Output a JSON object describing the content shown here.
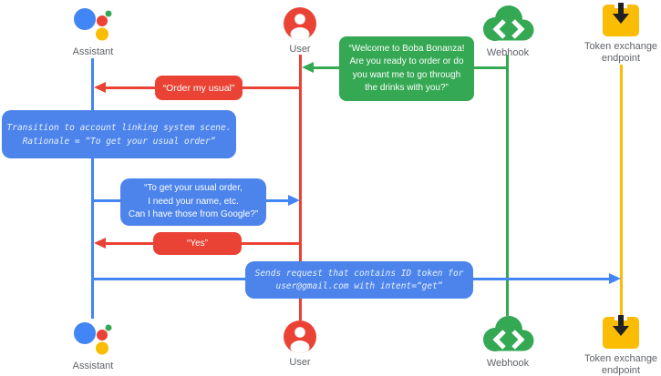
{
  "actors": {
    "assistant": "Assistant",
    "user": "User",
    "webhook": "Webhook",
    "token_line1": "Token exchange",
    "token_line2": "endpoint"
  },
  "messages": {
    "welcome": {
      "from": "webhook",
      "to": "user",
      "lines": [
        "“Welcome to Boba Bonanza!",
        "Are you ready to order or do",
        "you want me to go through",
        "the drinks with you?”"
      ]
    },
    "order": {
      "from": "user",
      "to": "assistant",
      "text": "“Order my usual”"
    },
    "note": {
      "actor": "assistant",
      "lines": [
        "Transition to account linking system scene.",
        "Rationale = “To get your usual order”"
      ]
    },
    "ask": {
      "from": "assistant",
      "to": "user",
      "lines": [
        "“To get your usual order,",
        "I need your name, etc.",
        "Can I have those from Google?”"
      ]
    },
    "yes": {
      "from": "user",
      "to": "assistant",
      "text": "“Yes”"
    },
    "sends": {
      "from": "assistant",
      "to": "token_endpoint",
      "lines": [
        "Sends request that contains ID token for",
        "user@gmail.com with intent=“get”"
      ]
    }
  },
  "colors": {
    "assistant_blue": "#4285F4",
    "user_red": "#EA4335",
    "webhook_green": "#34A853",
    "token_yellow": "#FBBC04",
    "message_blue": "#4C84EC",
    "label_gray": "#5F6368"
  }
}
